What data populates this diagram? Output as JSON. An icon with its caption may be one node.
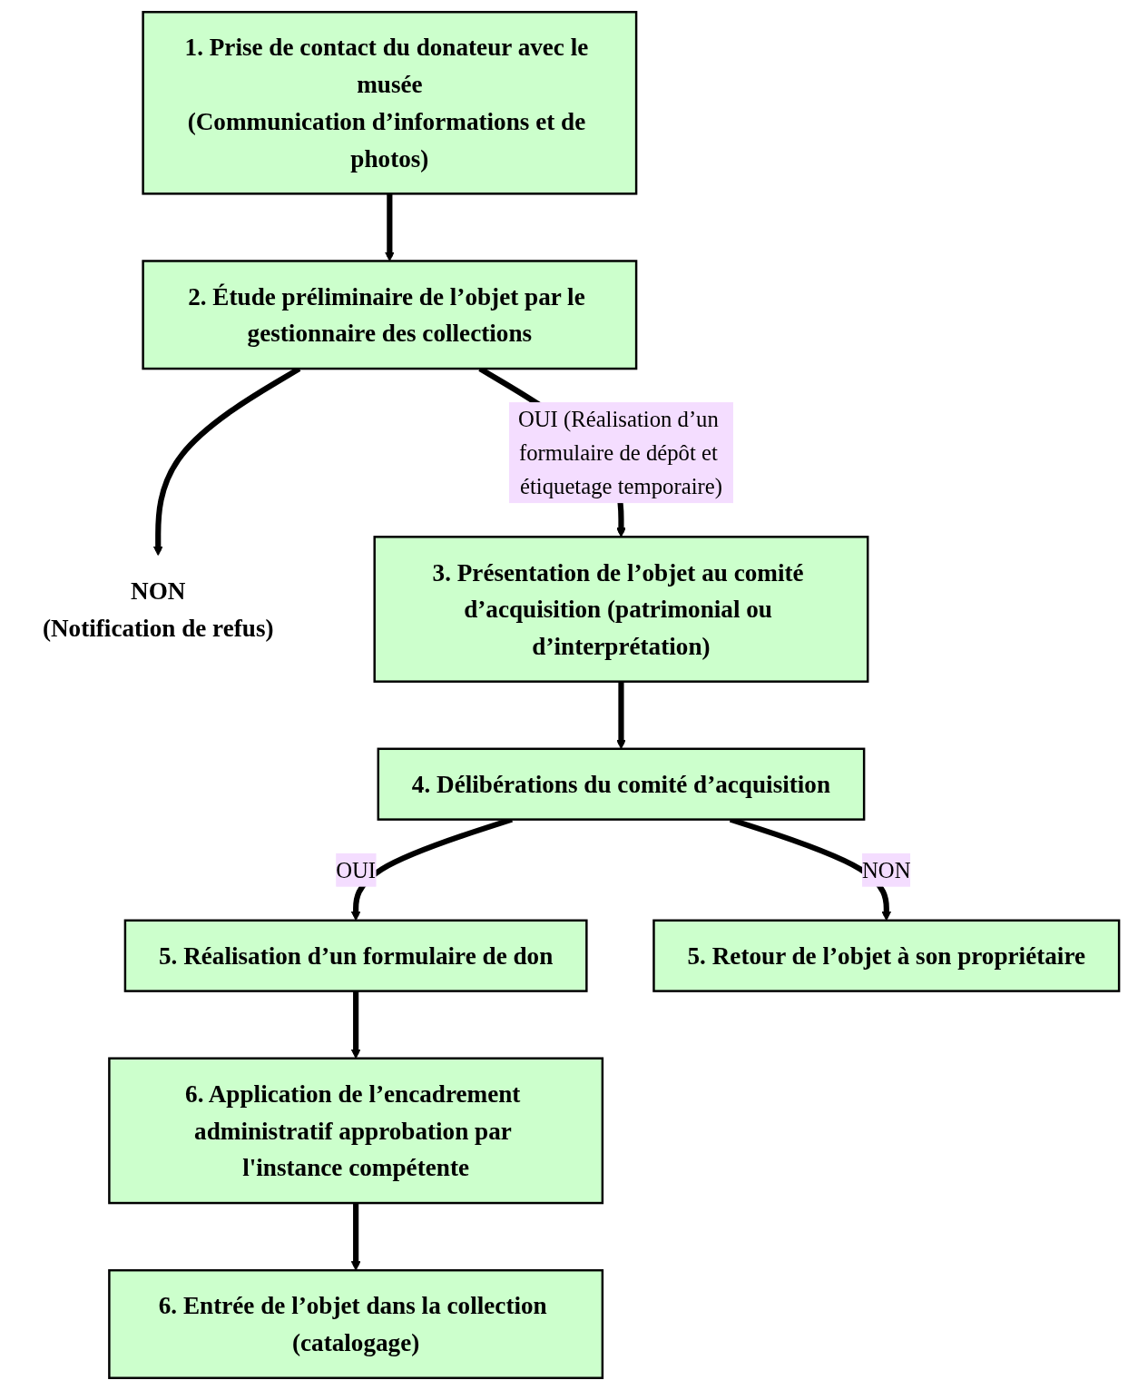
{
  "diagram": {
    "nodes": [
      {
        "text": [
          "1. Prise de contact du donateur avec le musée",
          "(Communication d’informations et de photos)"
        ]
      },
      {
        "text": [
          "2. Étude préliminaire de l’objet par le gestionnaire des collections"
        ]
      },
      {
        "text": [
          "NON",
          "(Notification de refus)"
        ]
      },
      {
        "text": [
          "3. Présentation de l’objet au comité d’acquisition (patrimonial ou d’interprétation)"
        ]
      },
      {
        "text": [
          "4. Délibérations du comité d’acquisition"
        ]
      },
      {
        "text": [
          "5. Réalisation d’un formulaire de don"
        ]
      },
      {
        "text": [
          "5. Retour de l’objet à son propriétaire"
        ]
      },
      {
        "text": [
          "6. Application de l’encadrement administratif approbation par l'instance compétente"
        ]
      },
      {
        "text": [
          "6. Entrée de l’objet dans la collection (catalogage)"
        ]
      }
    ],
    "edges": [
      {
        "from": 0,
        "to": 1,
        "arrow": "to"
      },
      {
        "from": 1,
        "to": 2,
        "arrow": "to"
      },
      {
        "from": 1,
        "to": 3,
        "arrow": "to",
        "label": "OUI (Réalisation d’un formulaire de dépôt et étiquetage temporaire)"
      },
      {
        "from": 3,
        "to": 4,
        "arrow": "to"
      },
      {
        "from": 4,
        "to": 5,
        "arrow": "to",
        "label": "OUI"
      },
      {
        "from": 4,
        "to": 6,
        "arrow": "to",
        "label": "NON"
      },
      {
        "from": 5,
        "to": 7,
        "arrow": "to"
      },
      {
        "from": 7,
        "to": 8,
        "arrow": "to"
      }
    ]
  }
}
